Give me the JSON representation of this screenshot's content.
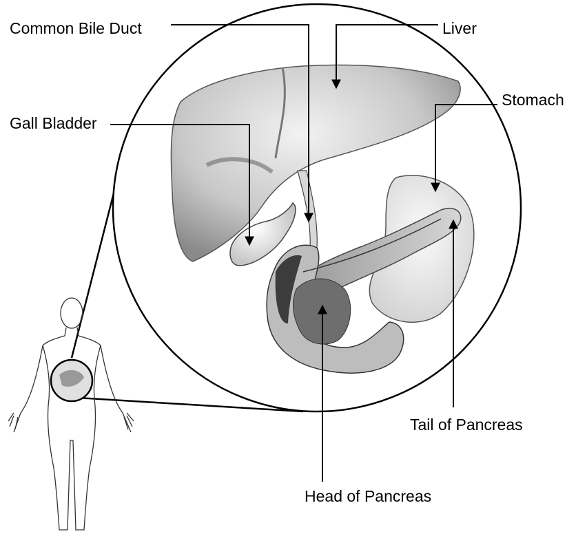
{
  "labels": {
    "common_bile_duct": "Common Bile Duct",
    "liver": "Liver",
    "stomach": "Stomach",
    "gall_bladder": "Gall Bladder",
    "tail_of_pancreas": "Tail of Pancreas",
    "head_of_pancreas": "Head of Pancreas"
  },
  "colors": {
    "line": "#000000",
    "organ_light": "#e6e6e6",
    "organ_mid": "#bdbdbd",
    "organ_dark": "#6e6e6e",
    "duodenum_dark": "#3c3c3c"
  }
}
